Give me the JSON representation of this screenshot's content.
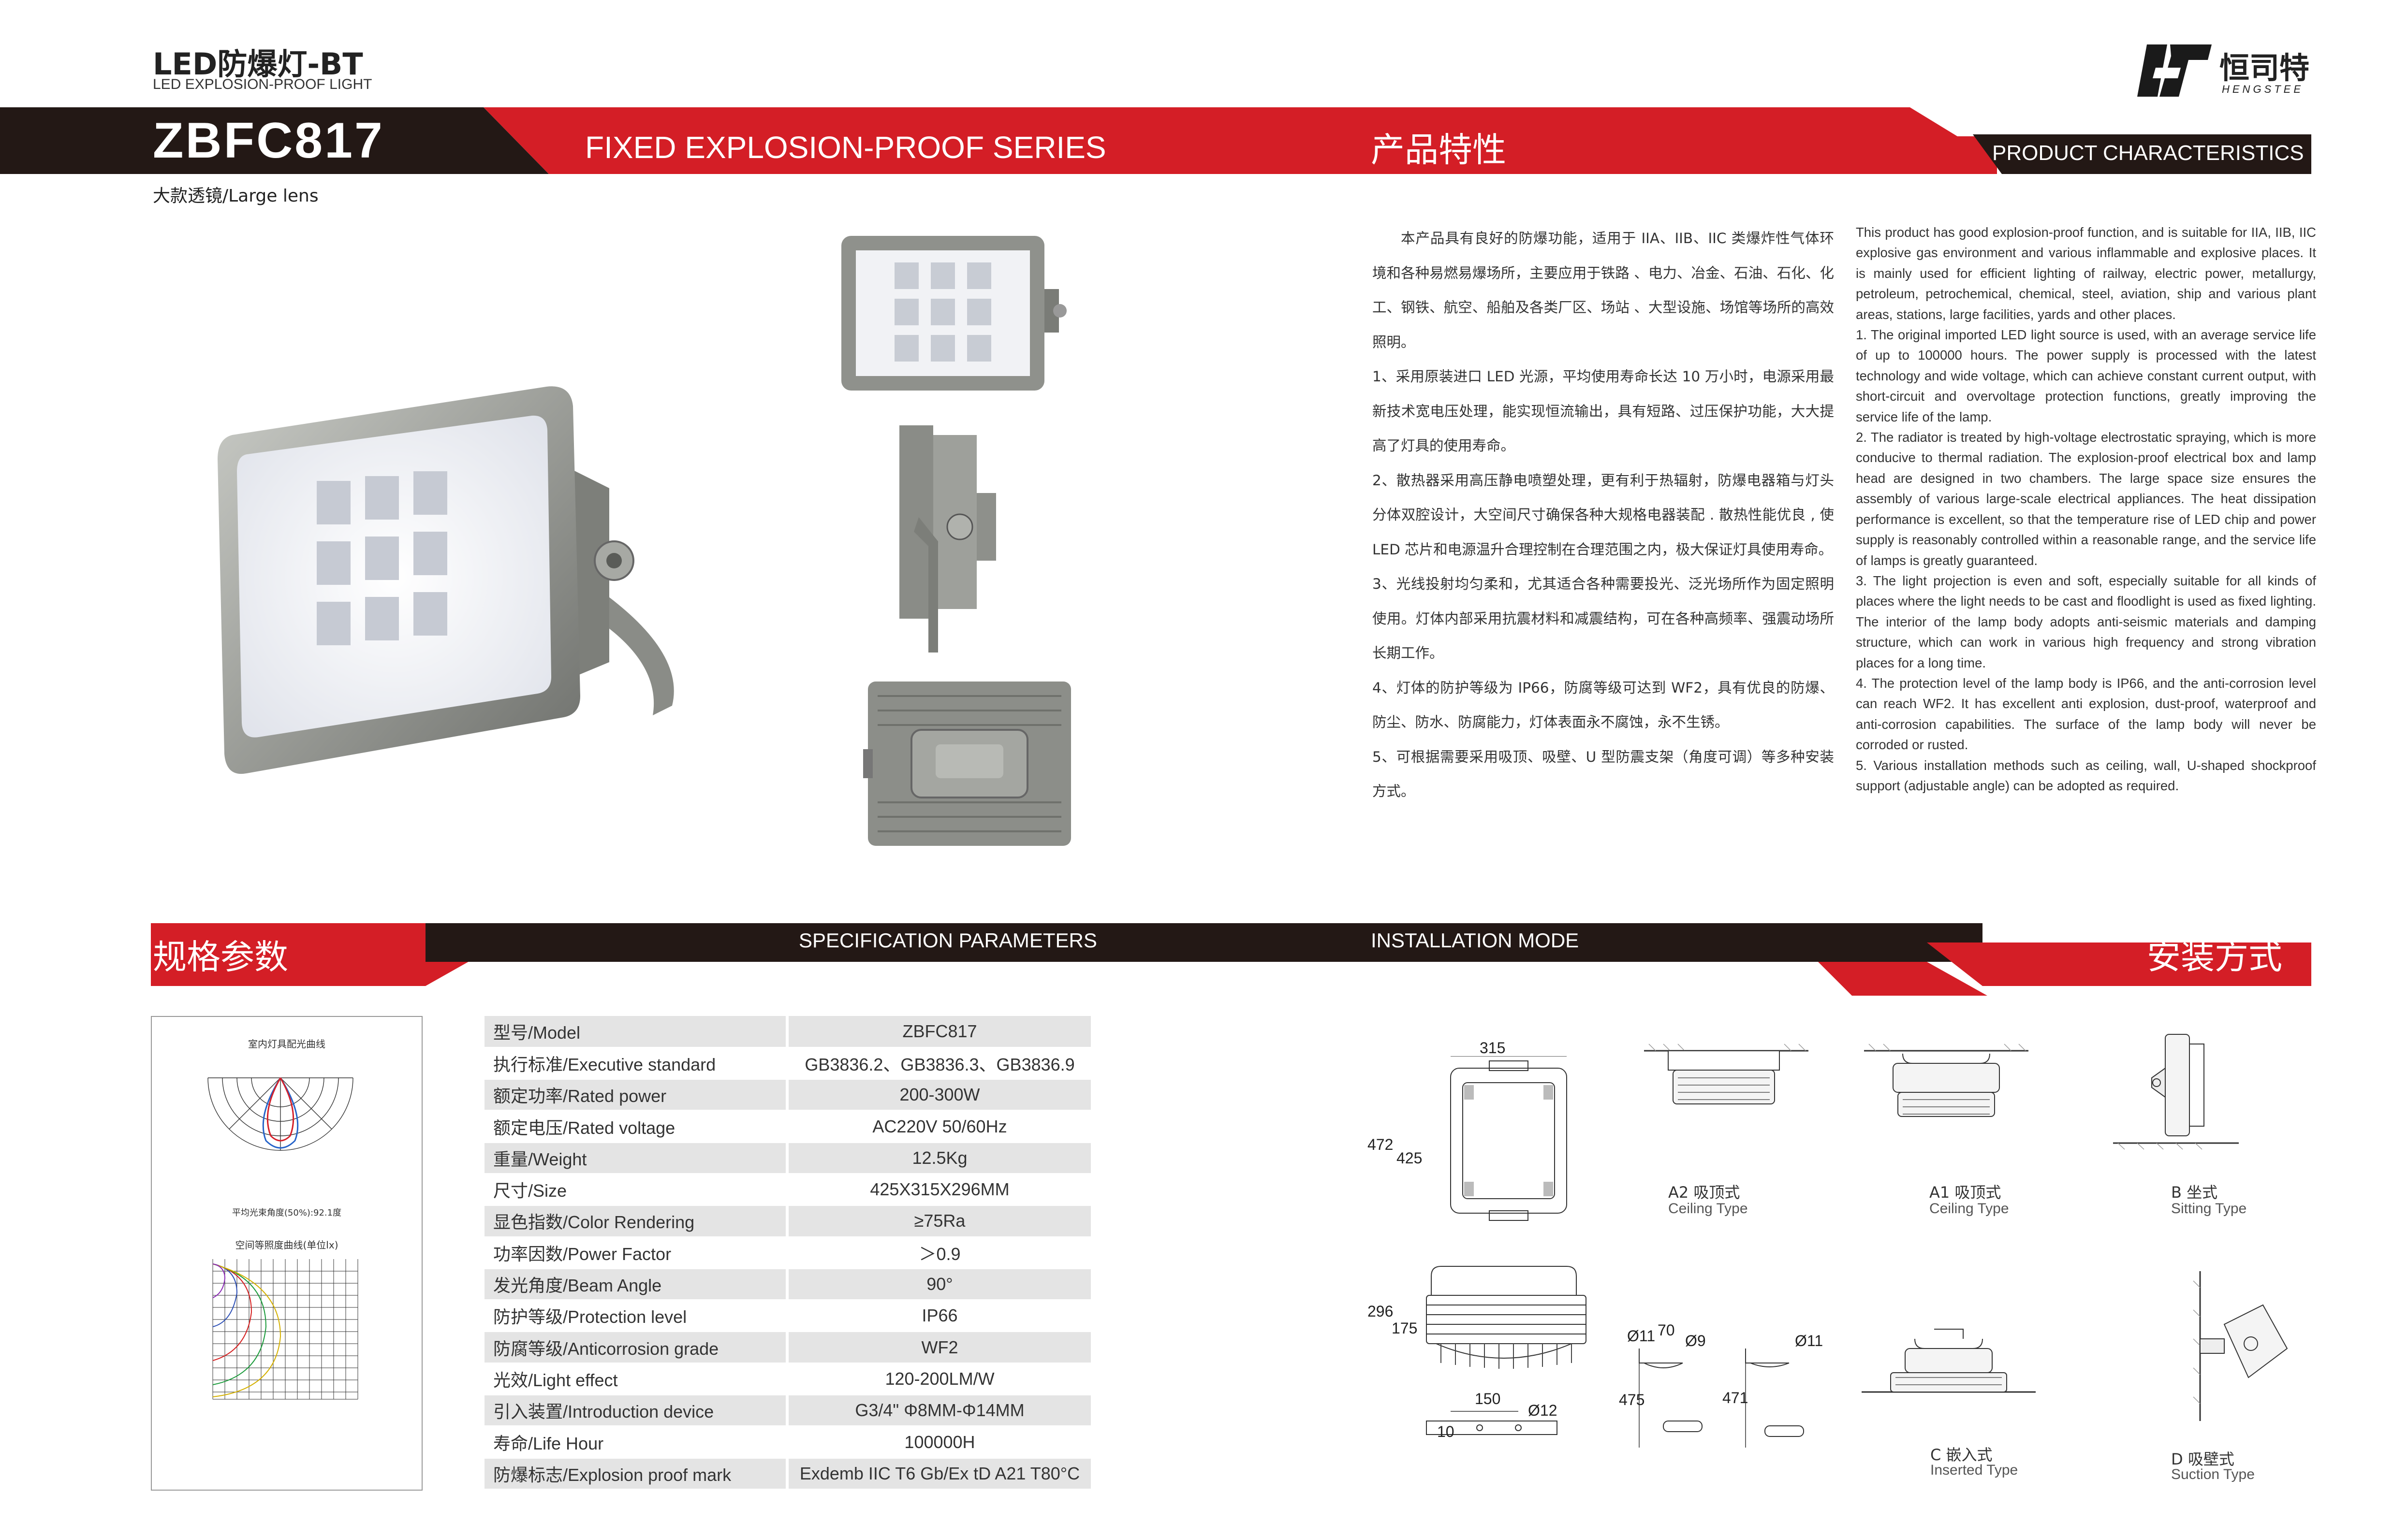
{
  "header": {
    "title_cn": "LED防爆灯-BT",
    "title_en": "LED EXPLOSION-PROOF LIGHT",
    "model": "ZBFC817",
    "series": "FIXED EXPLOSION-PROOF SERIES",
    "features_cn": "产品特性",
    "features_en": "PRODUCT CHARACTERISTICS",
    "subtitle": "大款透镜/Large lens"
  },
  "logo": {
    "name_cn": "恒司特",
    "name_en": "HENGSTEE",
    "icon": "hengstee-logo-icon"
  },
  "features_cn": [
    "本产品具有良好的防爆功能，适用于 IIA、IIB、IIC 类爆炸性气体环境和各种易燃易爆场所，主要应用于铁路 、电力、冶金、石油、石化、化工、钢铁、航空、船舶及各类厂区、场站 、大型设施、场馆等场所的高效照明。",
    "1、采用原装进口 LED 光源，平均使用寿命长达 10 万小时，电源采用最新技术宽电压处理，能实现恒流输出，具有短路、过压保护功能，大大提高了灯具的使用寿命。",
    "2、散热器采用高压静电喷塑处理，更有利于热辐射，防爆电器箱与灯头分体双腔设计，大空间尺寸确保各种大规格电器装配 . 散热性能优良 , 使 LED 芯片和电源温升合理控制在合理范围之内，极大保证灯具使用寿命。",
    "3、光线投射均匀柔和，尤其适合各种需要投光、泛光场所作为固定照明使用。灯体内部采用抗震材料和减震结构，可在各种高频率、强震动场所长期工作。",
    "4、灯体的防护等级为 IP66，防腐等级可达到 WF2，具有优良的防爆、防尘、防水、防腐能力，灯体表面永不腐蚀，永不生锈。",
    "5、可根据需要采用吸顶、吸壁、U 型防震支架（角度可调）等多种安装方式。"
  ],
  "features_en": [
    "This product has good explosion-proof function, and is suitable for IIA, IIB, IIC explosive gas environment and various inflammable and explosive places. It is mainly used for efficient lighting of railway, electric power, metallurgy, petroleum, petrochemical, chemical, steel, aviation, ship and various plant areas, stations, large facilities, yards and other places.",
    "1. The original imported LED light source is used, with an average service life of up to 100000 hours. The power supply is processed with the latest technology and wide voltage, which can achieve constant current output, with short-circuit and overvoltage protection functions, greatly improving the service life of the lamp.",
    "2. The radiator is treated by high-voltage electrostatic spraying, which is more conducive to thermal radiation. The explosion-proof electrical box and lamp head are designed in two chambers. The large space size ensures the assembly of various large-scale electrical appliances. The heat dissipation performance is excellent, so that the temperature rise of LED chip and power supply is reasonably controlled within a reasonable range, and the service life of lamps is greatly guaranteed.",
    "3. The light projection is even and soft, especially suitable for all kinds of places where the light needs to be cast and floodlight is used as fixed lighting. The interior of the lamp body adopts anti-seismic materials and damping structure, which can work in various high frequency and strong vibration places for a long time.",
    "4. The protection level of the lamp body is IP66, and the anti-corrosion level can reach WF2. It has excellent anti explosion, dust-proof, waterproof and anti-corrosion capabilities. The surface of the lamp body will never be corroded or rusted.",
    "5. Various installation methods such as ceiling, wall, U-shaped shockproof support (adjustable angle) can be adopted as required."
  ],
  "sections": {
    "spec_cn": "规格参数",
    "spec_en": "SPECIFICATION PARAMETERS",
    "install_en": "INSTALLATION MODE",
    "install_cn": "安装方式"
  },
  "curves": {
    "polar_title": "室内灯具配光曲线",
    "polar_note": "平均光束角度(50%):92.1度",
    "iso_title": "空间等照度曲线(单位lx)"
  },
  "specs": [
    {
      "k": "型号/Model",
      "v": "ZBFC817"
    },
    {
      "k": "执行标准/Executive standard",
      "v": "GB3836.2、GB3836.3、GB3836.9"
    },
    {
      "k": "额定功率/Rated power",
      "v": "200-300W"
    },
    {
      "k": "额定电压/Rated voltage",
      "v": "AC220V 50/60Hz"
    },
    {
      "k": "重量/Weight",
      "v": "12.5Kg"
    },
    {
      "k": "尺寸/Size",
      "v": "425X315X296MM"
    },
    {
      "k": "显色指数/Color Rendering",
      "v": "≥75Ra"
    },
    {
      "k": "功率因数/Power Factor",
      "v": "＞0.9"
    },
    {
      "k": "发光角度/Beam Angle",
      "v": "90°"
    },
    {
      "k": "防护等级/Protection level",
      "v": "IP66"
    },
    {
      "k": "防腐等级/Anticorrosion grade",
      "v": "WF2"
    },
    {
      "k": "光效/Light effect",
      "v": "120-200LM/W"
    },
    {
      "k": "引入装置/Introduction device",
      "v": "G3/4\" Φ8MM-Φ14MM"
    },
    {
      "k": "寿命/Life Hour",
      "v": "100000H"
    },
    {
      "k": "防爆标志/Explosion proof mark",
      "v": "Exdemb IIC T6 Gb/Ex tD A21 T80°C"
    }
  ],
  "dimensions": {
    "width": "315",
    "height_outer": "472",
    "height_inner": "425",
    "depth_outer": "296",
    "depth_inner": "175",
    "hole_a": "Ø11",
    "spacing_a": "70",
    "hole_b": "Ø9",
    "hole_c": "Ø11",
    "len_a": "475",
    "len_b": "471",
    "bracket_w": "150",
    "bracket_hole": "Ø12",
    "bracket_t": "10"
  },
  "install": [
    {
      "cn": "A2 吸顶式",
      "en": "Ceiling  Type"
    },
    {
      "cn": "A1 吸顶式",
      "en": "Ceiling  Type"
    },
    {
      "cn": "B 坐式",
      "en": "Sitting Type"
    },
    {
      "cn": "C 嵌入式",
      "en": "Inserted Type"
    },
    {
      "cn": "D 吸壁式",
      "en": "Suction Type"
    }
  ],
  "colors": {
    "red": "#d41e26",
    "dark": "#231815"
  }
}
